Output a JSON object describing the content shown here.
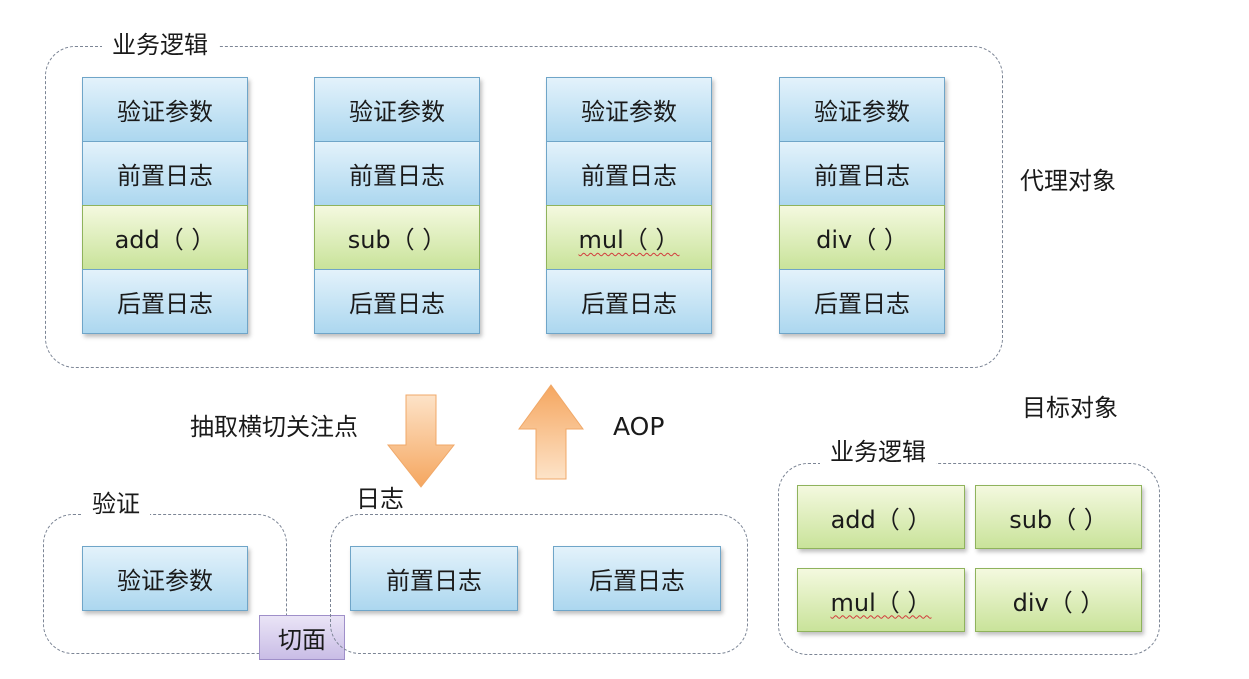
{
  "proxy": {
    "group_label": "业务逻辑",
    "side_label": "代理对象",
    "stacks": [
      {
        "top": "验证参数",
        "pre": "前置日志",
        "method": "add（ ）",
        "post": "后置日志"
      },
      {
        "top": "验证参数",
        "pre": "前置日志",
        "method": "sub（ ）",
        "post": "后置日志"
      },
      {
        "top": "验证参数",
        "pre": "前置日志",
        "method": "mul（ ）",
        "post": "后置日志"
      },
      {
        "top": "验证参数",
        "pre": "前置日志",
        "method": "div（ ）",
        "post": "后置日志"
      }
    ]
  },
  "arrows": {
    "down_label": "抽取横切关注点",
    "up_label": "AOP"
  },
  "validation": {
    "group_label": "验证",
    "box": "验证参数",
    "aspect": "切面"
  },
  "logging": {
    "group_label": "日志",
    "pre": "前置日志",
    "post": "后置日志"
  },
  "target": {
    "side_label": "目标对象",
    "group_label": "业务逻辑",
    "add": "add（ ）",
    "sub": "sub（ ）",
    "mul": "mul（ ）",
    "div": "div（ ）"
  },
  "colors": {
    "blue_cell": "#acd7ef",
    "green_cell": "#c9e39a",
    "purple_cell": "#c9bde6",
    "arrow": "#f7b272"
  }
}
